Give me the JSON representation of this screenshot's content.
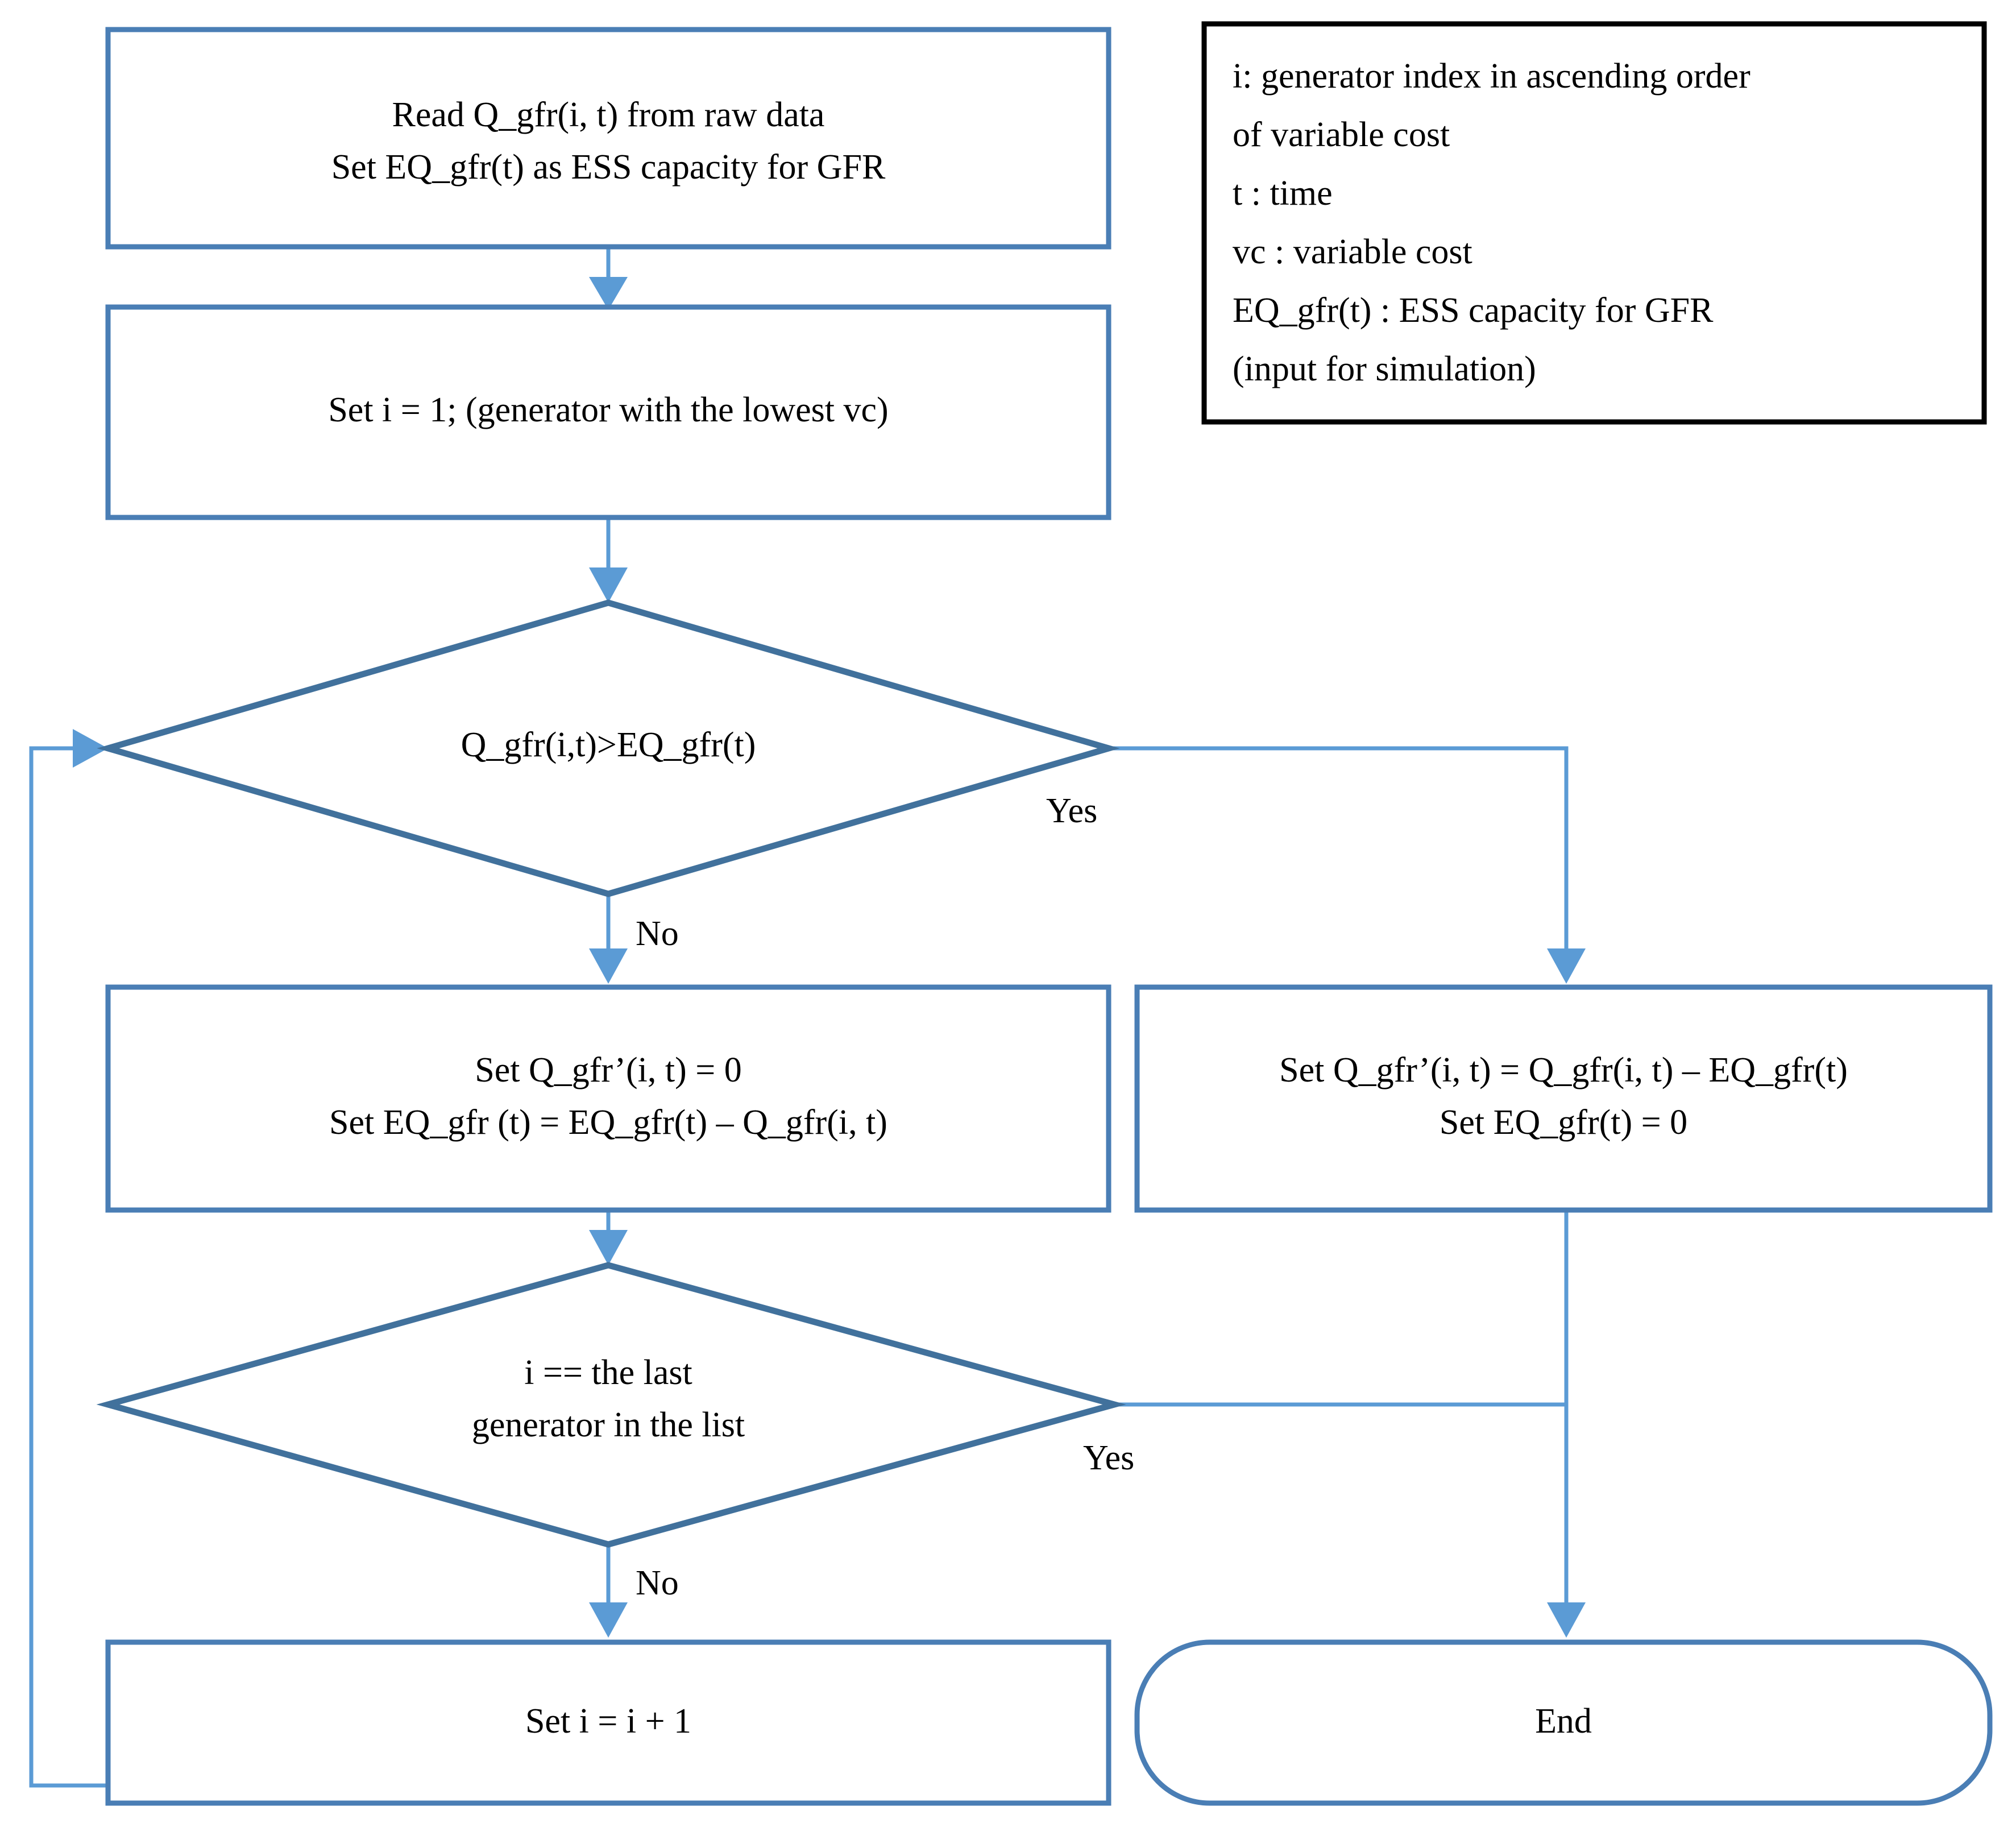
{
  "diagram": {
    "title": "GFR ESS capacity allocation flowchart",
    "colors": {
      "box_border": "#4A7EB5",
      "diamond_border": "#41719C",
      "connector": "#5B9BD5",
      "legend_border": "#000000",
      "text": "#000000",
      "background": "#ffffff"
    },
    "nodes": {
      "start_box": {
        "shape": "process",
        "lines": [
          "Read Q_gfr(i, t) from raw data",
          "Set EQ_gfr(t) as ESS capacity for GFR"
        ]
      },
      "init_box": {
        "shape": "process",
        "lines": [
          "Set i = 1; (generator with the lowest vc)"
        ]
      },
      "decision_capacity": {
        "shape": "decision",
        "lines": [
          "Q_gfr(i,t)>EQ_gfr(t)"
        ]
      },
      "process_no_branch": {
        "shape": "process",
        "lines": [
          "Set Q_gfr’(i, t) = 0",
          "Set EQ_gfr (t) = EQ_gfr(t) – Q_gfr(i, t)"
        ]
      },
      "process_yes_branch": {
        "shape": "process",
        "lines": [
          "Set Q_gfr’(i, t) = Q_gfr(i, t) – EQ_gfr(t)",
          "Set EQ_gfr(t) = 0"
        ]
      },
      "decision_last_generator": {
        "shape": "decision",
        "lines": [
          "i == the last",
          "generator in the list"
        ]
      },
      "increment_box": {
        "shape": "process",
        "lines": [
          "Set i = i + 1"
        ]
      },
      "end_box": {
        "shape": "terminator",
        "lines": [
          "End"
        ]
      }
    },
    "edge_labels": {
      "decision_capacity_yes": "Yes",
      "decision_capacity_no": "No",
      "decision_last_yes": "Yes",
      "decision_last_no": "No"
    },
    "legend": {
      "lines": [
        "i: generator index in ascending order",
        "of variable cost",
        "t : time",
        "vc : variable cost",
        "EQ_gfr(t) : ESS capacity for GFR",
        "(input for simulation)"
      ]
    }
  }
}
